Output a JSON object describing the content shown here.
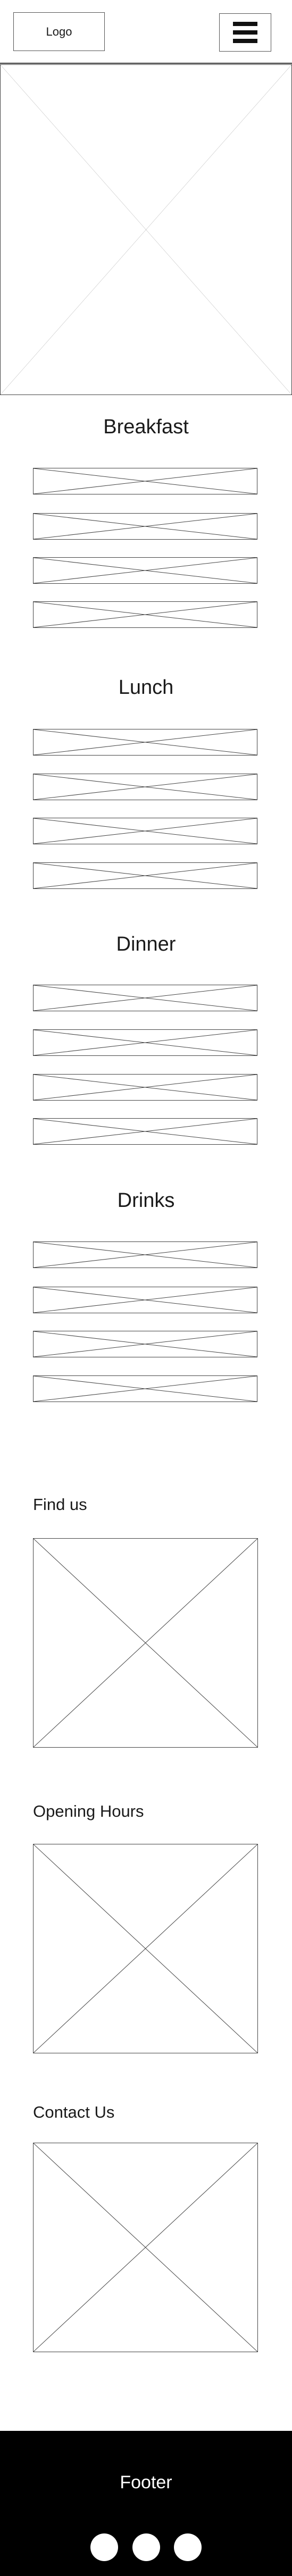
{
  "header": {
    "logo_label": "Logo",
    "menu_icon": "hamburger-menu-icon"
  },
  "sections": {
    "breakfast": {
      "title": "Breakfast"
    },
    "lunch": {
      "title": "Lunch"
    },
    "dinner": {
      "title": "Dinner"
    },
    "drinks": {
      "title": "Drinks"
    }
  },
  "info": {
    "find_us": {
      "title": "Find us"
    },
    "opening_hours": {
      "title": "Opening Hours"
    },
    "contact_us": {
      "title": "Contact Us"
    }
  },
  "footer": {
    "label": "Footer",
    "social_icons": [
      "social-icon",
      "social-icon",
      "social-icon"
    ]
  },
  "colors": {
    "footer_bg": "#000000",
    "stroke": "#444444"
  }
}
